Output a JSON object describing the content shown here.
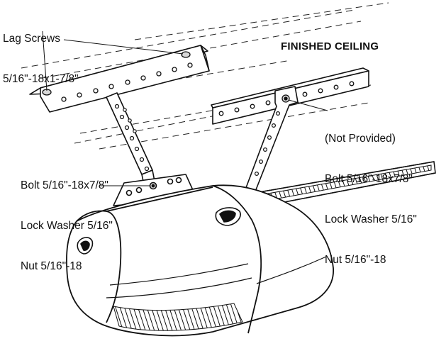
{
  "labels": {
    "lag_screws": [
      "Lag Screws",
      "5/16\"-18x1-7/8\""
    ],
    "finished_ceiling": "FINISHED CEILING",
    "hardware_not_provided": [
      "(Not Provided)",
      "Bolt 5/16\"-18x7/8\"",
      "Lock Washer 5/16\"",
      "Nut 5/16\"-18"
    ],
    "hardware_left": [
      "Bolt 5/16\"-18x7/8\"",
      "Lock Washer 5/16\"",
      "Nut 5/16\"-18"
    ]
  },
  "colors": {
    "ink": "#111111",
    "paper": "#ffffff",
    "shade": "#d9d9d9"
  },
  "icons": [
    "lag-screw-icon",
    "bolt-icon",
    "light-lens-icon",
    "motor-unit-icon"
  ]
}
